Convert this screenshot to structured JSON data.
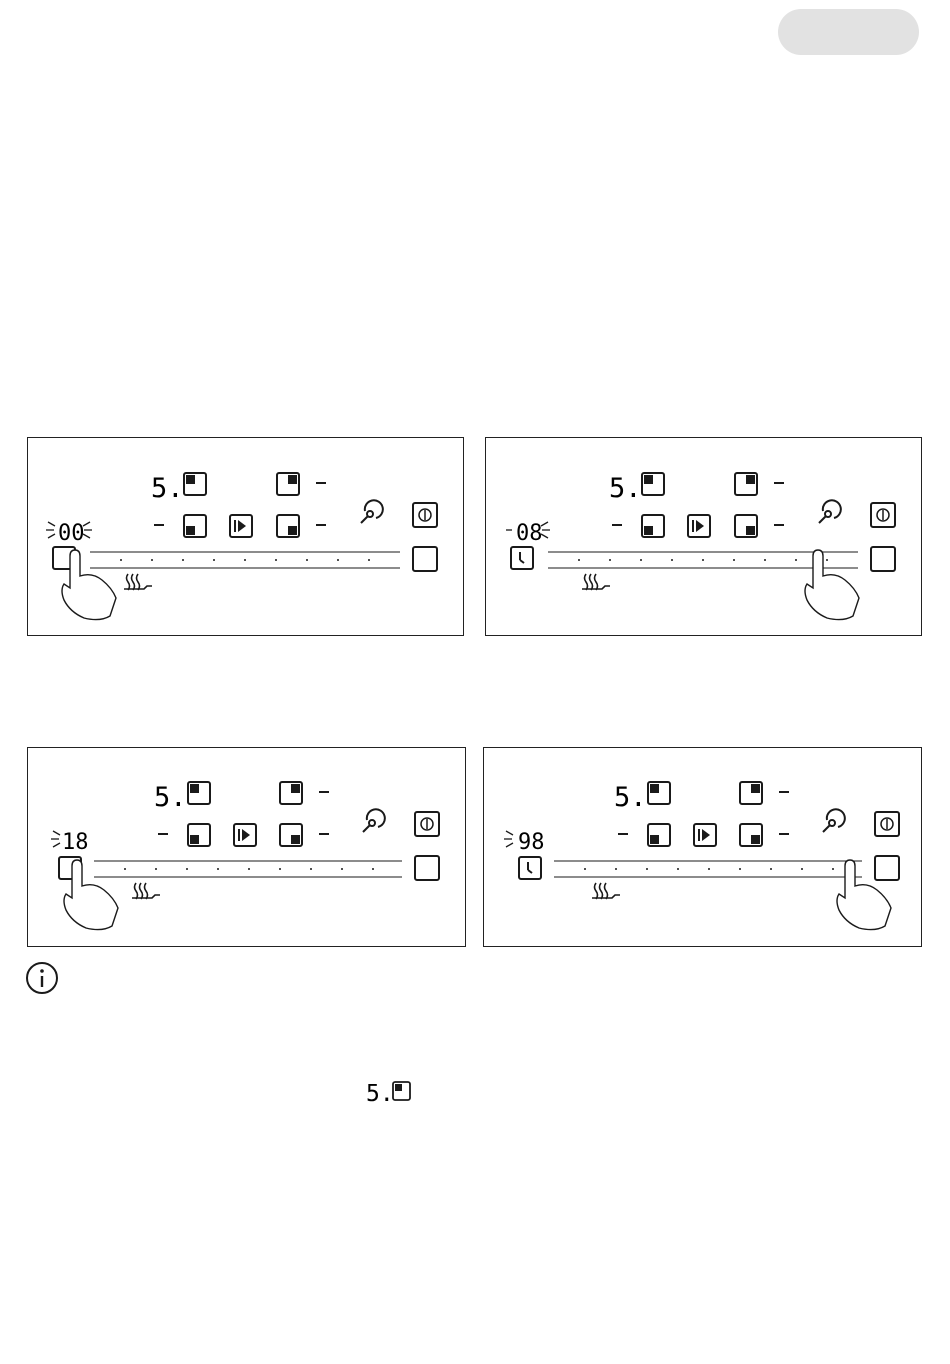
{
  "header": {
    "language_tab": ""
  },
  "panels": [
    {
      "id": "step-1",
      "zone_level": "5.",
      "timer_display": "00",
      "blink_digit": "left",
      "finger_on": "timer"
    },
    {
      "id": "step-2",
      "zone_level": "5.",
      "timer_display": "08",
      "blink_digit": "right",
      "finger_on": "slider"
    },
    {
      "id": "step-3",
      "zone_level": "5.",
      "timer_display": "18",
      "blink_digit": "left",
      "finger_on": "timer"
    },
    {
      "id": "step-4",
      "zone_level": "5.",
      "timer_display": "98",
      "blink_digit": "left",
      "finger_on": "slider"
    }
  ],
  "info": {
    "icon": "info-icon"
  },
  "inline_symbol": {
    "zone_level": "5.",
    "icon": "cooking-zone-top-left-icon"
  },
  "colors": {
    "line": "#1a1a1a",
    "pill": "#e2e2e2"
  }
}
